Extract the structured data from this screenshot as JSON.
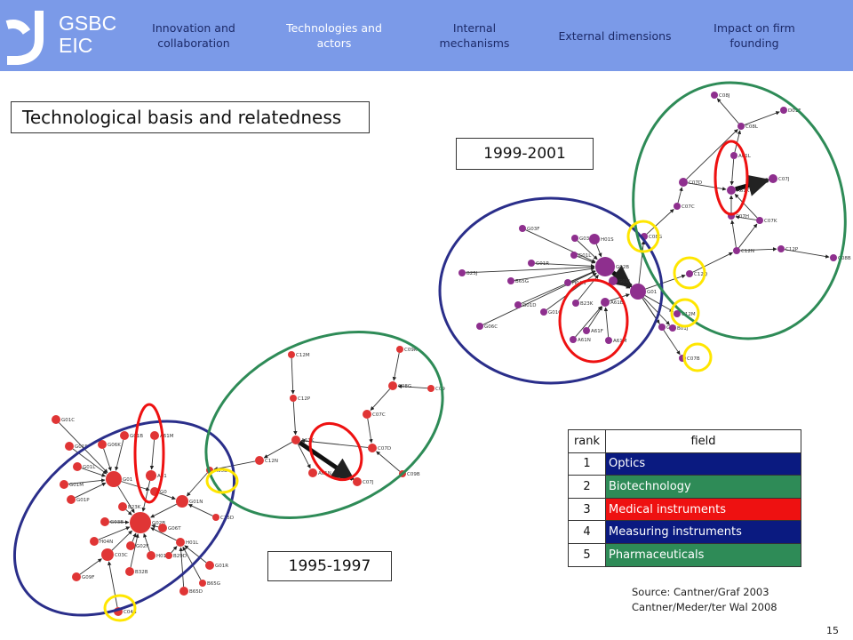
{
  "header": {
    "logo_line1": "GSBC",
    "logo_line2": "EIC",
    "nav": [
      {
        "label_line1": "Innovation and",
        "label_line2": "collaboration"
      },
      {
        "label_line1": "Technologies and",
        "label_line2": "actors"
      },
      {
        "label_line1": "Internal",
        "label_line2": "mechanisms"
      },
      {
        "label_line1": "External dimensions",
        "label_line2": ""
      },
      {
        "label_line1": "Impact on firm",
        "label_line2": "founding"
      }
    ],
    "active_index": 1,
    "colors": {
      "bar": "#7b9ae8",
      "nav_text": "#1c2a68",
      "active_text": "#ffffff"
    }
  },
  "title": "Technological basis and relatedness",
  "periods": {
    "early": "1995-1997",
    "late": "1999-2001"
  },
  "table": {
    "headers": [
      "rank",
      "field"
    ],
    "rows": [
      {
        "rank": "1",
        "field": "Optics",
        "color": "#0a1a80"
      },
      {
        "rank": "2",
        "field": "Biotechnology",
        "color": "#2e8b57"
      },
      {
        "rank": "3",
        "field": "Medical instruments",
        "color": "#ee1111"
      },
      {
        "rank": "4",
        "field": "Measuring instruments",
        "color": "#0a1a80"
      },
      {
        "rank": "5",
        "field": "Pharmaceuticals",
        "color": "#2e8b57"
      }
    ]
  },
  "source": {
    "line1": "Source: Cantner/Graf 2003",
    "line2": "Cantner/Meder/ter Wal 2008"
  },
  "page_number": "15",
  "network_early": {
    "nodes": [
      "G01C",
      "G01S",
      "G06K",
      "G01B",
      "A61M",
      "G01L",
      "G01M",
      "G01P",
      "G01",
      "A61",
      "G0",
      "G01N",
      "H05B",
      "C12N",
      "C12M",
      "C12P",
      "B23K",
      "G02B",
      "G06T",
      "G03B",
      "H04N",
      "G02F",
      "C03C",
      "H01S",
      "B29D",
      "H01L",
      "G09F",
      "B32B",
      "G01R",
      "C25D",
      "B65D",
      "B65G",
      "C04B",
      "A61K",
      "A01N",
      "C07J",
      "C07D",
      "C07C",
      "C08G",
      "C09B",
      "C09K",
      "C09"
    ]
  },
  "network_late": {
    "nodes": [
      "C08J",
      "D01F",
      "C08L",
      "A61L",
      "C07J",
      "C07D",
      "A61K",
      "C07C",
      "C07H",
      "C07K",
      "C08G",
      "C12N",
      "C12P",
      "C08B",
      "G03F",
      "G03B",
      "H01S",
      "G02B",
      "G01L",
      "G01R",
      "B25J",
      "B65G",
      "H04N",
      "G01",
      "C12Q",
      "G01D",
      "G01C",
      "B23K",
      "A61B",
      "G06C",
      "A61N",
      "A61F",
      "A61M",
      "G01J",
      "C12M",
      "G05",
      "B01J",
      "C07B"
    ]
  }
}
